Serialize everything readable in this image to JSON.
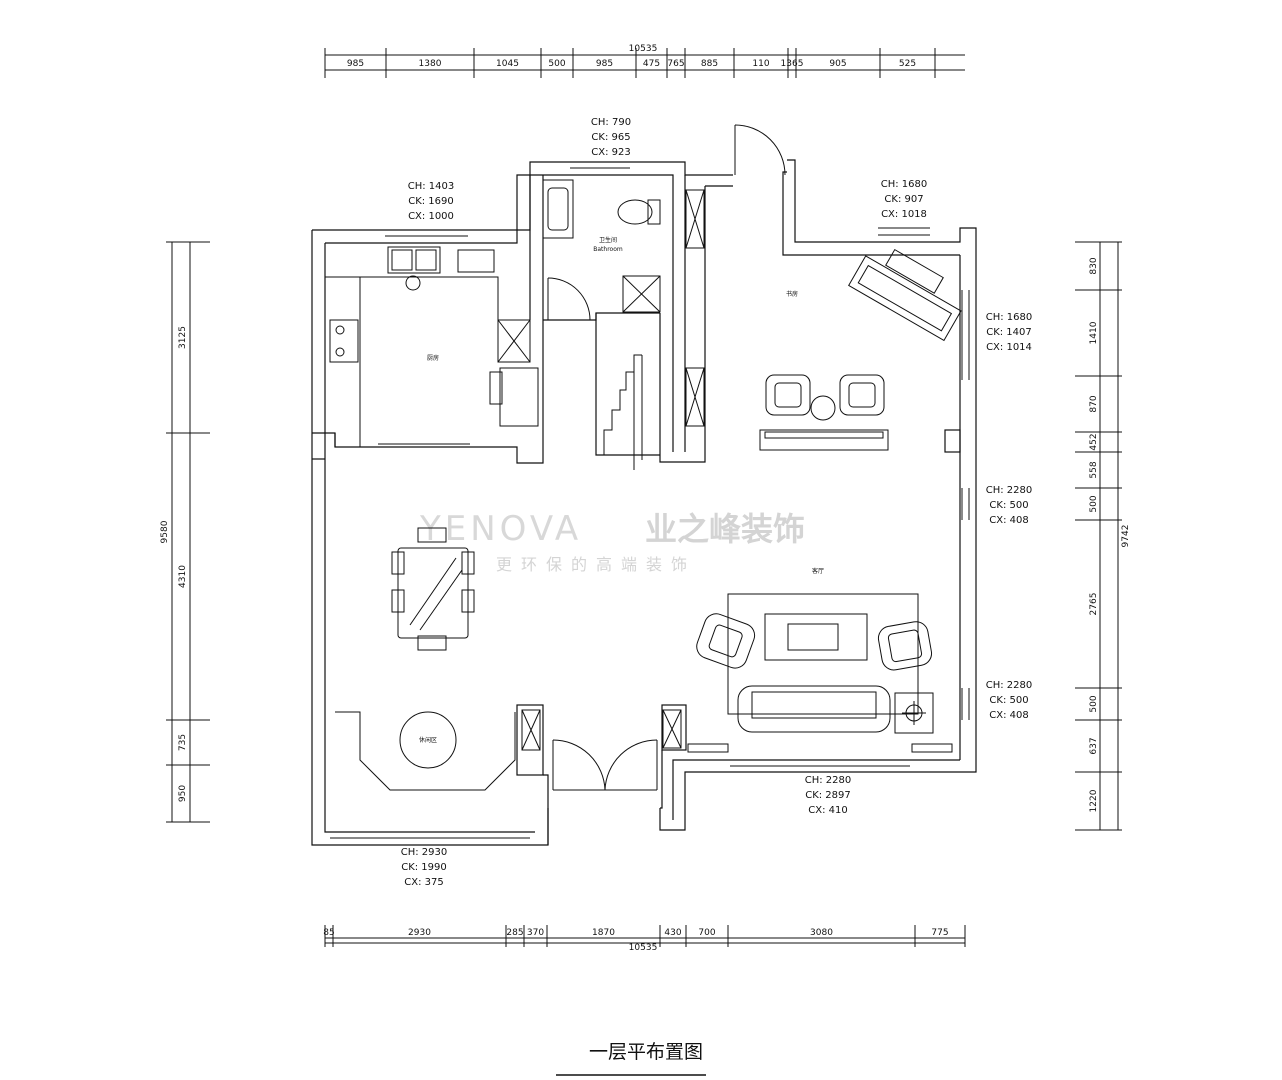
{
  "dimensions": {
    "top_total": "10535",
    "top": [
      "985",
      "1380",
      "1045",
      "500",
      "985",
      "475",
      "765",
      "885",
      "110",
      "1365",
      "905",
      "525"
    ],
    "bottom_total": "10535",
    "bottom": [
      "85",
      "2930",
      "285",
      "370",
      "1870",
      "430",
      "700",
      "3080",
      "775"
    ],
    "left_total": "9580",
    "left": [
      "3125",
      "4310",
      "735",
      "950"
    ],
    "right_total": "9742",
    "right": [
      "830",
      "1410",
      "870",
      "452",
      "558",
      "500",
      "2765",
      "500",
      "637",
      "1220"
    ]
  },
  "window_notes": [
    {
      "id": "bath",
      "lines": [
        "CH: 790",
        "CK: 965",
        "CX: 923"
      ]
    },
    {
      "id": "kitchen",
      "lines": [
        "CH: 1403",
        "CK: 1690",
        "CX: 1000"
      ]
    },
    {
      "id": "study",
      "lines": [
        "CH: 1680",
        "CK: 907",
        "CX: 1018"
      ]
    },
    {
      "id": "east1",
      "lines": [
        "CH: 1680",
        "CK: 1407",
        "CX: 1014"
      ]
    },
    {
      "id": "east2",
      "lines": [
        "CH: 2280",
        "CK: 500",
        "CX: 408"
      ]
    },
    {
      "id": "east3",
      "lines": [
        "CH: 2280",
        "CK: 500",
        "CX: 408"
      ]
    },
    {
      "id": "south",
      "lines": [
        "CH: 2280",
        "CK: 2897",
        "CX: 410"
      ]
    },
    {
      "id": "bay",
      "lines": [
        "CH: 2930",
        "CK: 1990",
        "CX: 375"
      ]
    }
  ],
  "room_labels": {
    "bathroom_cn": "卫生间",
    "bathroom_en": "Bathroom",
    "kitchen": "厨房",
    "study": "书房",
    "living": "客厅",
    "bay": "休闲区"
  },
  "watermark": {
    "brand_en": "YENOVA",
    "brand_cn": "业之峰装饰",
    "slogan": "更环保的高端装饰"
  },
  "title": "一层平布置图"
}
